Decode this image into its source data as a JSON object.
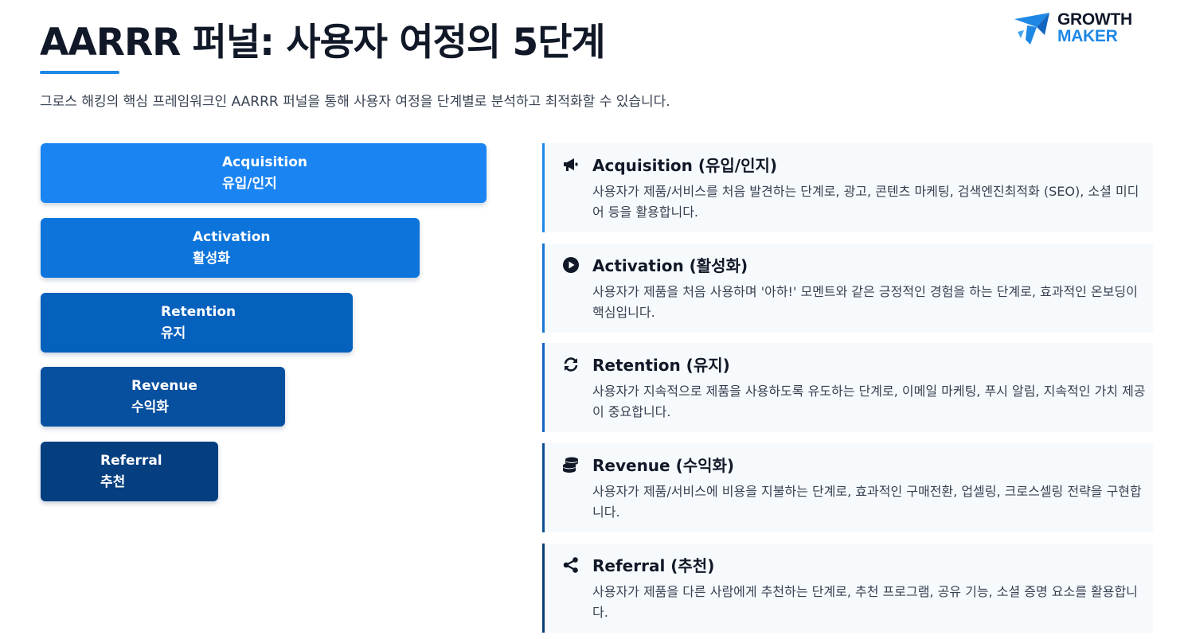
{
  "header": {
    "title": "AARRR 퍼널: 사용자 여정의 5단계",
    "subtitle": "그로스 해킹의 핵심 프레임워크인 AARRR 퍼널을 통해 사용자 여정을 단계별로 분석하고 최적화할 수 있습니다."
  },
  "logo": {
    "line1": "GROWTH",
    "line2": "MAKER",
    "icon": "rocket-arrow-logo"
  },
  "funnel": [
    {
      "en": "Acquisition",
      "ko": "유입/인지",
      "color": "#1a85f2"
    },
    {
      "en": "Activation",
      "ko": "활성화",
      "color": "#0c74db"
    },
    {
      "en": "Retention",
      "ko": "유지",
      "color": "#0661bd"
    },
    {
      "en": "Revenue",
      "ko": "수익화",
      "color": "#07509f"
    },
    {
      "en": "Referral",
      "ko": "추천",
      "color": "#053f80"
    }
  ],
  "stages": [
    {
      "icon": "megaphone-icon",
      "title": "Acquisition (유입/인지)",
      "desc": "사용자가 제품/서비스를 처음 발견하는 단계로, 광고, 콘텐츠 마케팅, 검색엔진최적화 (SEO), 소셜 미디어 등을 활용합니다.",
      "accent": "#1e88e5"
    },
    {
      "icon": "play-circle-icon",
      "title": "Activation (활성화)",
      "desc": "사용자가 제품을 처음 사용하며 '아하!' 모멘트와 같은 긍정적인 경험을 하는 단계로, 효과적인 온보딩이 핵심입니다.",
      "accent": "#1976d2"
    },
    {
      "icon": "sync-icon",
      "title": "Retention (유지)",
      "desc": "사용자가 지속적으로 제품을 사용하도록 유도하는 단계로, 이메일 마케팅, 푸시 알림, 지속적인 가치 제공이 중요합니다.",
      "accent": "#1565c0"
    },
    {
      "icon": "coins-icon",
      "title": "Revenue (수익화)",
      "desc": "사용자가 제품/서비스에 비용을 지불하는 단계로, 효과적인 구매전환, 업셀링, 크로스셀링 전략을 구현합니다.",
      "accent": "#0d4f94"
    },
    {
      "icon": "share-icon",
      "title": "Referral (추천)",
      "desc": "사용자가 제품을 다른 사람에게 추천하는 단계로, 추천 프로그램, 공유 기능, 소셜 증명 요소를 활용합니다.",
      "accent": "#0b3d78"
    }
  ]
}
